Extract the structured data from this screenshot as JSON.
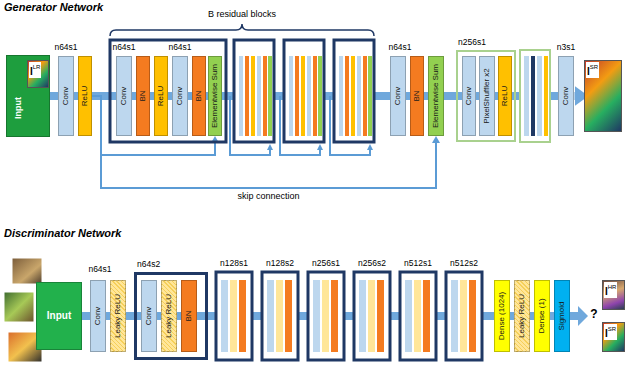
{
  "diagram": {
    "nodes": [
      {
        "text": [
          "Input"
        ]
      },
      {
        "text": [
          "I",
          "LR"
        ],
        "in": 0
      },
      {
        "text": [
          "Conv"
        ]
      },
      {
        "text": [
          "ReLU"
        ]
      },
      {
        "text": [
          "Conv"
        ]
      },
      {
        "text": [
          "BN"
        ]
      },
      {
        "text": [
          "ReLU"
        ]
      },
      {
        "text": [
          "Conv"
        ]
      },
      {
        "text": [
          "BN"
        ]
      },
      {
        "text": [
          "Elementwise Sum"
        ]
      },
      {
        "text": [
          "Conv"
        ]
      },
      {
        "text": [
          "BN"
        ]
      },
      {
        "text": [
          "Elementwise Sum"
        ]
      },
      {
        "text": [
          "n256s1"
        ]
      },
      {
        "text": [
          "Conv"
        ],
        "in": 13
      },
      {
        "text": [
          "PixelShuffler x2"
        ],
        "in": 13
      },
      {
        "text": [
          "ReLU"
        ],
        "in": 13
      },
      {
        "text": [
          "Conv"
        ]
      },
      {
        "text": [
          "I",
          "SR"
        ]
      },
      {
        "text": [
          "Input"
        ]
      },
      {
        "text": [
          "Conv"
        ]
      },
      {
        "text": [
          "Leaky ReLU"
        ]
      },
      {
        "text": [
          "n64s2"
        ]
      },
      {
        "text": [
          "Conv"
        ],
        "in": 22
      },
      {
        "text": [
          "Leaky ReLU"
        ],
        "in": 22
      },
      {
        "text": [
          "BN"
        ],
        "in": 22
      },
      {
        "text": [
          "Dense (1024)"
        ]
      },
      {
        "text": [
          "Leaky ReLU"
        ]
      },
      {
        "text": [
          "Dense (1)"
        ]
      },
      {
        "text": [
          "Sigmoid"
        ]
      },
      {
        "text": [
          "I",
          "HR"
        ]
      },
      {
        "text": [
          "I",
          "SR"
        ]
      }
    ],
    "edges": [
      {
        "from": 0,
        "to": 2,
        "arrow": "none"
      },
      {
        "from": 2,
        "to": 3,
        "arrow": "none"
      },
      {
        "from": 3,
        "to": 4,
        "arrow": "none"
      },
      {
        "from": 4,
        "to": 5,
        "arrow": "none"
      },
      {
        "from": 5,
        "to": 6,
        "arrow": "none"
      },
      {
        "from": 6,
        "to": 7,
        "arrow": "none"
      },
      {
        "from": 7,
        "to": 8,
        "arrow": "none"
      },
      {
        "from": 8,
        "to": 9,
        "arrow": "none"
      },
      {
        "from": 9,
        "to": 10,
        "arrow": "none"
      },
      {
        "from": 10,
        "to": 11,
        "arrow": "none"
      },
      {
        "from": 11,
        "to": 12,
        "arrow": "none"
      },
      {
        "from": 12,
        "to": 14,
        "arrow": "none"
      },
      {
        "from": 14,
        "to": 15,
        "arrow": "none"
      },
      {
        "from": 15,
        "to": 16,
        "arrow": "none"
      },
      {
        "from": 16,
        "to": 17,
        "arrow": "none"
      },
      {
        "from": 17,
        "to": 18,
        "arrow": "to"
      },
      {
        "from": 3,
        "to": 9,
        "arrow": "to"
      },
      {
        "from": 3,
        "to": 12,
        "label": "skip connection",
        "arrow": "to"
      },
      {
        "from": 19,
        "to": 20,
        "arrow": "none"
      },
      {
        "from": 20,
        "to": 21,
        "arrow": "none"
      },
      {
        "from": 21,
        "to": 23,
        "arrow": "none"
      },
      {
        "from": 23,
        "to": 24,
        "arrow": "none"
      },
      {
        "from": 24,
        "to": 25,
        "arrow": "none"
      },
      {
        "from": 25,
        "to": 26,
        "arrow": "none"
      },
      {
        "from": 26,
        "to": 27,
        "arrow": "none"
      },
      {
        "from": 27,
        "to": 28,
        "arrow": "none"
      },
      {
        "from": 28,
        "to": 29,
        "arrow": "none"
      }
    ],
    "labels": [
      "Generator Network",
      "B residual blocks",
      "n64s1",
      "n64s1",
      "n64s1",
      "n64s1",
      "n3s1",
      "Discriminator Network",
      "n64s1",
      "n128s1",
      "n128s2",
      "n256s1",
      "n256s2",
      "n512s1",
      "n512s2",
      "?"
    ]
  }
}
